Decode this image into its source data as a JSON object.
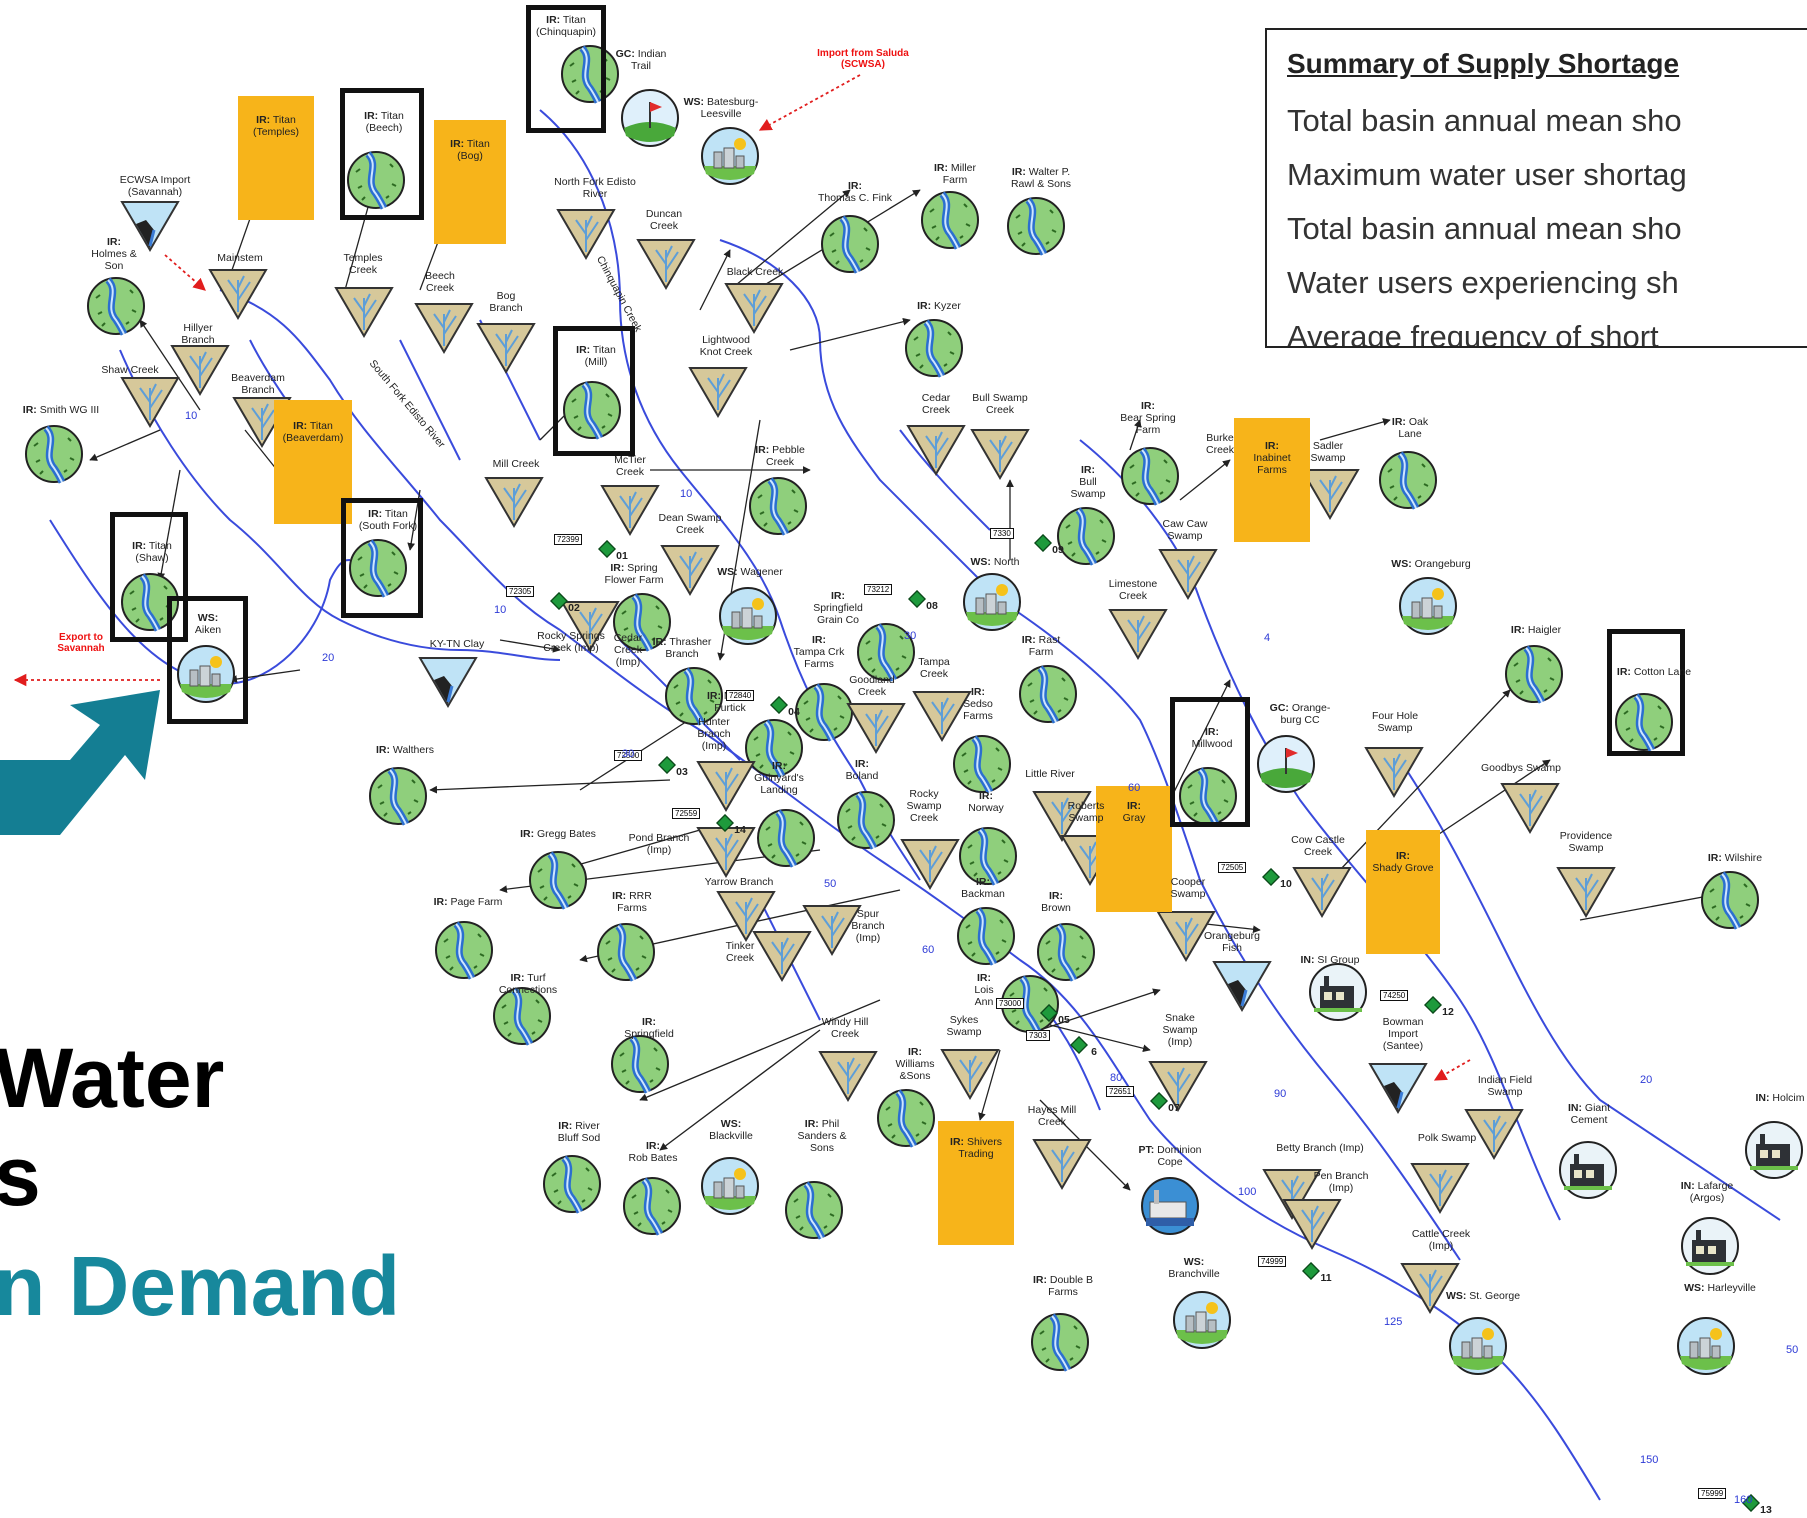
{
  "summary": {
    "title": "Summary of Supply Shortage",
    "lines": [
      "Total basin annual mean sho",
      "Maximum water user shortag",
      "Total basin annual mean sho",
      "Water users experiencing sh",
      "Average frequency of short"
    ]
  },
  "headline": {
    "line1": "Water",
    "line2": "s",
    "line3": "n Demand"
  },
  "colors": {
    "river": "#3a4bdc",
    "highlight": "#f7b41a",
    "arrow": "#147e93",
    "headline_accent": "#17889c",
    "gauge": "#1e9a3c",
    "transfer": "#e11d1d"
  },
  "transfers": {
    "import_saluda": "Import from Saluda\n(SCWSA)",
    "export_savannah": "Export to\nSavannah"
  },
  "labels": {
    "chinquapin": "IR: Titan\n(Chinquapin)",
    "indian_trail": "GC: Indian\nTrail",
    "batesburg": "WS: Batesburg-\nLeesville",
    "temples_ir": "IR: Titan\n(Temples)",
    "beech_ir": "IR: Titan\n(Beech)",
    "bog_ir": "IR: Titan\n(Bog)",
    "ecwsa": "ECWSA Import\n(Savannah)",
    "holmes": "IR:\nHolmes &\nSon",
    "mainstem": "Mainstem",
    "temples_creek": "Temples\nCreek",
    "beech_creek": "Beech\nCreek",
    "bog_branch": "Bog\nBranch",
    "nf_edisto": "North Fork Edisto\nRiver",
    "duncan": "Duncan\nCreek",
    "fink": "IR:\nThomas C. Fink",
    "miller": "IR: Miller\nFarm",
    "rawl": "IR: Walter P.\nRawl & Sons",
    "hillyer": "Hillyer\nBranch",
    "shaw_creek": "Shaw Creek",
    "beaverdam_br": "Beaverdam\nBranch",
    "beaverdam_ir": "IR: Titan\n(Beaverdam)",
    "smith": "IR: Smith WG III",
    "mill_ir": "IR: Titan\n(Mill)",
    "black_creek": "Black Creek",
    "lightwood": "Lightwood\nKnot Creek",
    "kyzer": "IR: Kyzer",
    "mill_creek": "Mill Creek",
    "mctier": "McTier\nCreek",
    "pebble": "IR: Pebble\nCreek",
    "cedar_creek": "Cedar\nCreek",
    "bull_swamp_creek": "Bull Swamp\nCreek",
    "bear_spring": "IR:\nBear Spring\nFarm",
    "burke": "Burke\nCreek",
    "inabinet": "IR:\nInabinet\nFarms",
    "sadler": "Sadler\nSwamp",
    "oak_lane": "IR: Oak\nLane",
    "bull_swamp_ir": "IR:\nBull\nSwamp",
    "caw_caw": "Caw Caw\nSwamp",
    "titan_shaw": "IR: Titan\n(Shaw)",
    "aiken": "WS:\nAiken",
    "south_fork_ir": "IR: Titan\n(South Fork)",
    "dean_swamp": "Dean Swamp\nCreek",
    "spring_flower": "IR: Spring\nFlower Farm",
    "wagener": "WS: Wagener",
    "ws_north": "WS: North",
    "orangeburg_ws": "WS: Orangeburg",
    "limestone": "Limestone\nCreek",
    "springfield_grain": "IR:\nSpringfield\nGrain Co",
    "rocky_springs": "Rocky Springs\nCreek (Imp)",
    "cedar_imp": "Cedar\nCreek\n(Imp)",
    "thrasher": "IR: Thrasher\nBranch",
    "tampa_crk": "IR:\nTampa Crk\nFarms",
    "goodland": "Goodland\nCreek",
    "tampa_creek": "Tampa\nCreek",
    "rast": "IR: Rast\nFarm",
    "haigler": "IR: Haigler",
    "cotton_lane": "IR: Cotton Lane",
    "kytn": "KY-TN Clay",
    "maury": "IR: Maury\nFurtick",
    "hunter": "Hunter\nBranch\n(Imp)",
    "sedso": "IR:\nSedso\nFarms",
    "millwood": "IR:\nMillwood",
    "orangeburg_cc": "GC: Orange-\nburg CC",
    "four_hole": "Four Hole\nSwamp",
    "goodbys": "Goodbys Swamp",
    "walthers": "IR: Walthers",
    "guinyard": "IR:\nGuinyard's\nLanding",
    "boland": "IR:\nBoland",
    "rocky_swamp": "Rocky\nSwamp\nCreek",
    "norway": "IR:\nNorway",
    "little_river": "Little River",
    "roberts": "Roberts\nSwamp",
    "gray": "IR:\nGray",
    "providence": "Providence\nSwamp",
    "wilshire": "IR: Wilshire",
    "gregg": "IR: Gregg Bates",
    "pond_branch": "Pond Branch\n(Imp)",
    "cow_castle": "Cow Castle\nCreek",
    "shady_grove": "IR:\nShady Grove",
    "yarrow": "Yarrow Branch",
    "page": "IR: Page Farm",
    "rrr": "IR: RRR\nFarms",
    "tinker": "Tinker\nCreek",
    "spur": "Spur\nBranch\n(Imp)",
    "backman": "IR:\nBackman",
    "brown": "IR:\nBrown",
    "cooper": "Cooper\nSwamp",
    "orangeburg_fish": "Orangeburg\nFish",
    "si_group": "IN: SI Group",
    "turf": "IR: Turf\nConnections",
    "lois": "IR:\nLois\nAnn",
    "springfield": "IR:\nSpringfield",
    "windy_hill": "Windy Hill\nCreek",
    "sykes": "Sykes\nSwamp",
    "snake": "Snake\nSwamp\n(Imp)",
    "bowman": "Bowman\nImport\n(Santee)",
    "indian_field": "Indian Field\nSwamp",
    "giant": "IN: Giant\nCement",
    "holcim": "IN: Holcim",
    "williams": "IR:\nWilliams\n&Sons",
    "shivers": "IR: Shivers\nTrading",
    "hayes": "Hayes Mill\nCreek",
    "dominion": "PT: Dominion\nCope",
    "betty": "Betty Branch (Imp)",
    "pen_branch": "Pen Branch\n(Imp)",
    "polk": "Polk Swamp",
    "lafarge": "IN: Lafarge\n(Argos)",
    "river_bluff": "IR: River\nBluff Sod",
    "rob_bates": "IR:\nRob Bates",
    "blackville": "WS:\nBlackville",
    "phil_sanders": "IR: Phil\nSanders &\nSons",
    "cattle": "Cattle Creek\n(Imp)",
    "st_george": "WS: St. George",
    "harleyville": "WS: Harleyville",
    "double_b": "IR: Double B\nFarms",
    "branchville": "WS:\nBranchville",
    "chinquapin_creek": "Chinquapin Creek",
    "south_fork_river": "South Fork Edisto River"
  },
  "gauges": {
    "g01": {
      "id": "72399",
      "num": "01"
    },
    "g02": {
      "id": "72305",
      "num": "02"
    },
    "g03": {
      "id": "72500",
      "num": "03"
    },
    "g04": {
      "id": "72840",
      "num": "04"
    },
    "g05": {
      "id": "73000",
      "num": "05"
    },
    "g06": {
      "id": "7303",
      "num": "6"
    },
    "g07": {
      "id": "72651",
      "num": "07"
    },
    "g08": {
      "id": "73212",
      "num": "08"
    },
    "g09": {
      "id": "7330",
      "num": "09"
    },
    "g10": {
      "id": "72505",
      "num": "10"
    },
    "g11": {
      "id": "74999",
      "num": "11"
    },
    "g12": {
      "id": "74250",
      "num": "12"
    },
    "g13": {
      "id": "75999",
      "num": "13"
    },
    "g14": {
      "id": "72559",
      "num": "14"
    }
  },
  "river_miles": [
    "10",
    "10",
    "20",
    "30",
    "50",
    "60",
    "80",
    "90",
    "100",
    "125",
    "150",
    "160",
    "4",
    "20",
    "50",
    "30",
    "60",
    "10"
  ]
}
